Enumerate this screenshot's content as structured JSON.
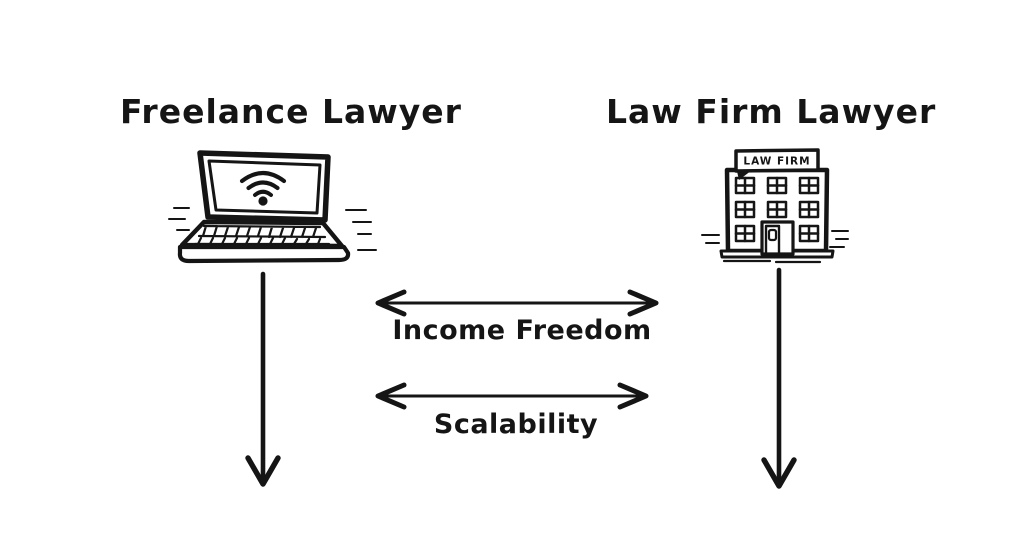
{
  "colors": {
    "ink": "#151515",
    "background": "#ffffff"
  },
  "diagram": {
    "left": {
      "title": "Freelance Lawyer",
      "icon": "laptop-wifi"
    },
    "right": {
      "title": "Law Firm Lawyer",
      "icon": "law-firm-building",
      "building_sign": "LAW FIRM"
    },
    "arrows": [
      {
        "label": "Income Freedom"
      },
      {
        "label": "Scalability"
      }
    ]
  }
}
